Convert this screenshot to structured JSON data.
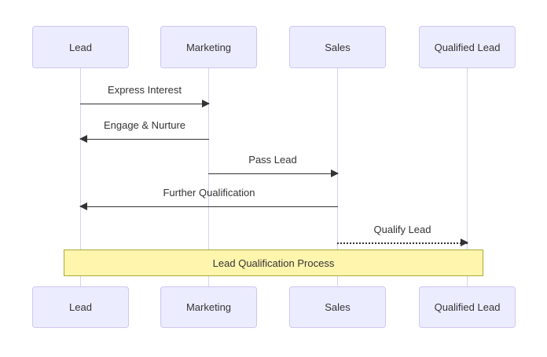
{
  "diagram_type": "sequence-diagram",
  "actors": [
    {
      "name": "Lead"
    },
    {
      "name": "Marketing"
    },
    {
      "name": "Sales"
    },
    {
      "name": "Qualified Lead"
    }
  ],
  "messages": [
    {
      "from": "Lead",
      "to": "Marketing",
      "label": "Express Interest",
      "line": "solid",
      "direction": "right"
    },
    {
      "from": "Marketing",
      "to": "Lead",
      "label": "Engage & Nurture",
      "line": "solid",
      "direction": "left"
    },
    {
      "from": "Marketing",
      "to": "Sales",
      "label": "Pass Lead",
      "line": "solid",
      "direction": "right"
    },
    {
      "from": "Sales",
      "to": "Lead",
      "label": "Further Qualification",
      "line": "solid",
      "direction": "left"
    },
    {
      "from": "Sales",
      "to": "Qualified Lead",
      "label": "Qualify Lead",
      "line": "dotted",
      "direction": "right"
    }
  ],
  "note": {
    "text": "Lead Qualification Process",
    "over": [
      "Lead",
      "Marketing",
      "Sales",
      "Qualified Lead"
    ]
  },
  "colors": {
    "actor-fill": "#ECECFF",
    "actor-border": "#CFC6F0",
    "lifeline": "#D8D0F0",
    "line": "#333333",
    "text": "#333333",
    "note-fill": "#FFF5AD",
    "note-border": "#AAAA33",
    "background": "#FFFFFF"
  }
}
